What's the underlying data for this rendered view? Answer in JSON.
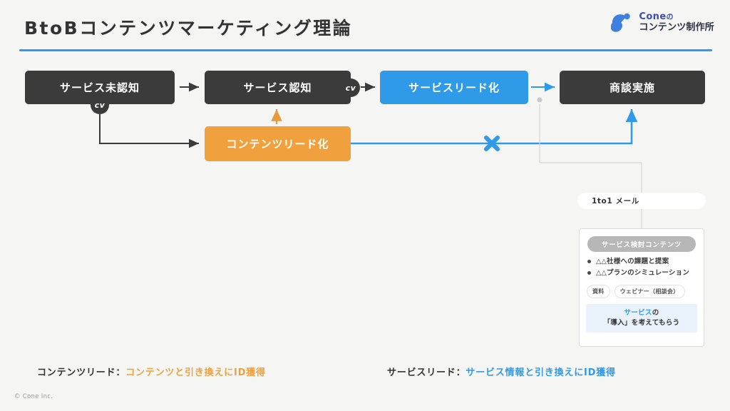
{
  "header": {
    "title": "BtoBコンテンツマーケティング理論",
    "accent_color": "#2f9ae8"
  },
  "logo": {
    "line1_main": "Cone",
    "line1_kana": "の",
    "line2": "コンテンツ制作所",
    "mark_color": "#3f7fe0"
  },
  "flow": {
    "nodes": [
      {
        "id": "unaware",
        "label": "サービス未認知",
        "color": "#3b3b3b"
      },
      {
        "id": "aware",
        "label": "サービス認知",
        "color": "#3b3b3b"
      },
      {
        "id": "service_lead",
        "label": "サービスリード化",
        "color": "#2f9ae8"
      },
      {
        "id": "meeting",
        "label": "商談実施",
        "color": "#3b3b3b"
      },
      {
        "id": "content_lead",
        "label": "コンテンツリード化",
        "color": "#f0a03c"
      }
    ],
    "badges": [
      {
        "id": "cv_unaware",
        "label": "cv"
      },
      {
        "id": "cv_aware",
        "label": "cv"
      }
    ],
    "blocked_marker": "×"
  },
  "callout": {
    "pill_label": "1to1 メール",
    "panel": {
      "header": "サービス検討コンテンツ",
      "bullets": [
        "△△社様への課題と提案",
        "△△プランのシミュレーション"
      ],
      "tags": [
        "資料",
        "ウェビナー（相談会）"
      ],
      "cta_line1_blue": "サービス",
      "cta_line1_dark": "の",
      "cta_line2": "「導入」を考えてもらう"
    }
  },
  "captions": {
    "content_label": "コンテンツリード：",
    "content_highlight": "コンテンツと引き換えにID獲得",
    "service_label": "サービスリード：",
    "service_highlight": "サービス情報と引き換えにID獲得"
  },
  "footer": {
    "copyright": "© Cone Inc."
  }
}
